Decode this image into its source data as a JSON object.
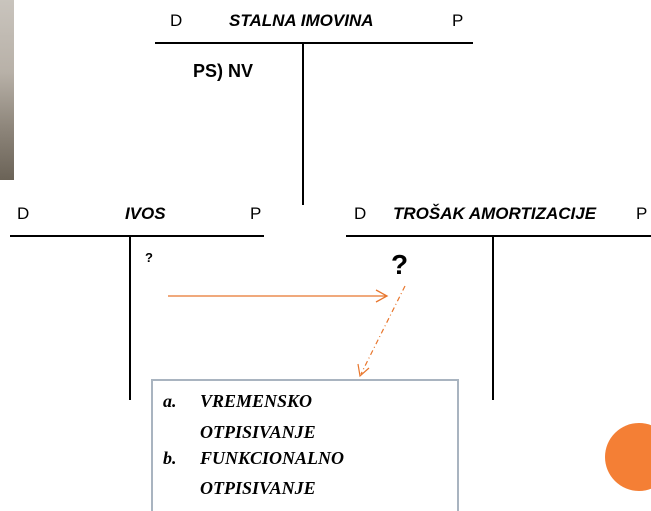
{
  "accounts": {
    "stalna_imovina": {
      "d": "D",
      "title": "STALNA IMOVINA",
      "p": "P",
      "entry": "PS) NV"
    },
    "ivos": {
      "d": "D",
      "title": "IVOS",
      "p": "P",
      "entry": "?"
    },
    "trosak": {
      "d": "D",
      "title": "TROŠAK AMORTIZACIJE",
      "p": "P",
      "entry": "?"
    }
  },
  "methods": [
    {
      "marker": "a.",
      "line1": "VREMENSKO",
      "line2": "OTPISIVANJE"
    },
    {
      "marker": "b.",
      "line1": "FUNKCIONALNO",
      "line2": "OTPISIVANJE"
    }
  ],
  "colors": {
    "arrow": "#e8762d",
    "decor_circle": "#f47f35",
    "box_border": "#a9b4c0"
  }
}
